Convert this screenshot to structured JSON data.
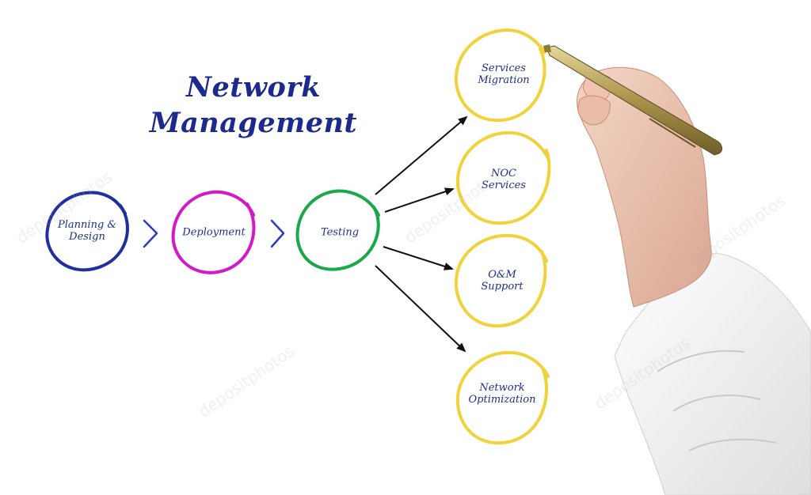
{
  "title": {
    "line1": "Network",
    "line2": "Management"
  },
  "nodes": [
    {
      "id": "planning",
      "line1": "Planning &",
      "line2": "Design",
      "color": "#1f2fa0"
    },
    {
      "id": "deployment",
      "line1": "Deployment",
      "line2": "",
      "color": "#d21ac9"
    },
    {
      "id": "testing",
      "line1": "Testing",
      "line2": "",
      "color": "#19a84a"
    },
    {
      "id": "services-migration",
      "line1": "Services",
      "line2": "Migration",
      "color": "#f0d23a"
    },
    {
      "id": "noc-services",
      "line1": "NOC",
      "line2": "Services",
      "color": "#f0d23a"
    },
    {
      "id": "om-support",
      "line1": "O&M",
      "line2": "Support",
      "color": "#f0d23a"
    },
    {
      "id": "network-optimization",
      "line1": "Network",
      "line2": "Optimization",
      "color": "#f0d23a"
    }
  ],
  "colors": {
    "title": "#1b2a8c",
    "label": "#1f2f8a",
    "chevron": "#2b3dbf",
    "arrow": "#111111"
  },
  "watermark": "depositphotos"
}
